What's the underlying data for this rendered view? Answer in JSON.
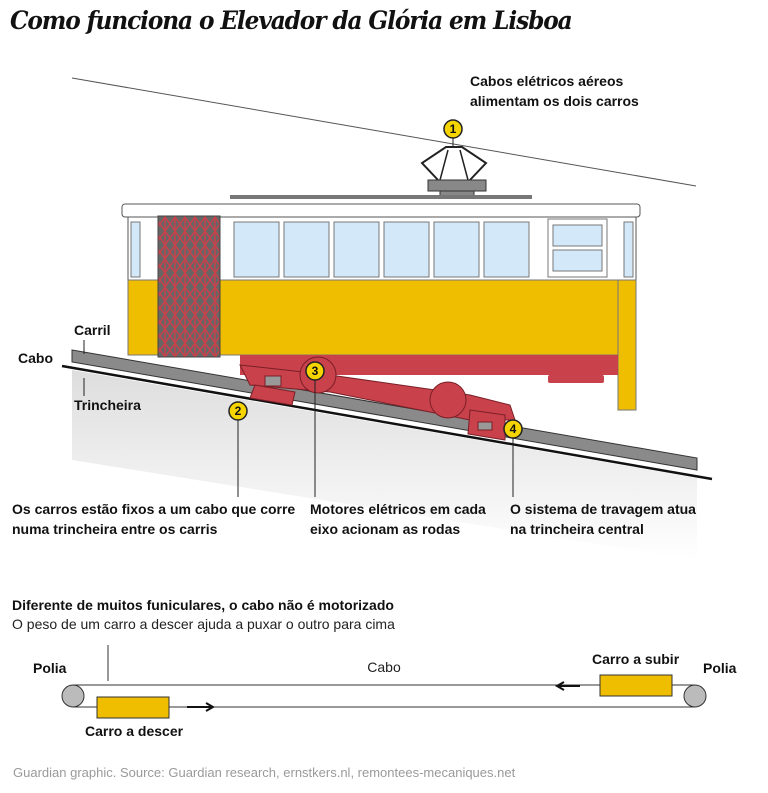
{
  "title": "Como funciona o Elevador da Glória em Lisboa",
  "callouts": {
    "c1": {
      "number": "1",
      "line1": "Cabos elétricos aéreos",
      "line2": "alimentam os dois carros"
    },
    "c2": {
      "number": "2",
      "line1": "Os carros estão fixos a um cabo que corre",
      "line2": "numa trincheira entre os carris"
    },
    "c3": {
      "number": "3",
      "line1": "Motores elétricos em cada",
      "line2": "eixo acionam as rodas"
    },
    "c4": {
      "number": "4",
      "line1": "O sistema de travagem atua",
      "line2": "na trincheira central"
    }
  },
  "track_labels": {
    "rail": "Carril",
    "cable": "Cabo",
    "trench": "Trincheira"
  },
  "pulley_section": {
    "heading": "Diferente de muitos funiculares, o cabo não é motorizado",
    "subheading": "O peso de um carro a descer ajuda a puxar o outro para cima",
    "pulley_left": "Polia",
    "pulley_right": "Polia",
    "cable": "Cabo",
    "car_up": "Carro a subir",
    "car_down": "Carro a descer"
  },
  "footer": "Guardian graphic. Source: Guardian research, ernstkers.nl, remontees-mecaniques.net",
  "colors": {
    "yellow": "#f0be00",
    "red": "#c8414b",
    "window": "#d3e8f8",
    "rail": "#8a8a8a"
  }
}
